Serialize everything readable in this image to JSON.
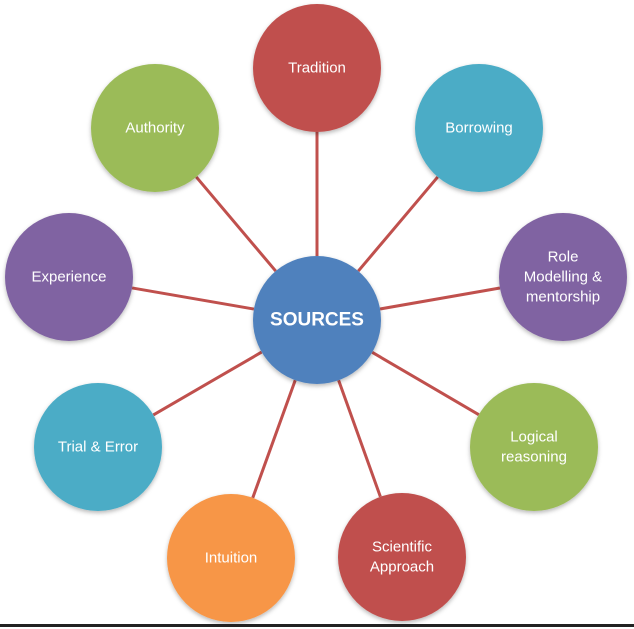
{
  "center": {
    "label": "SOURCES",
    "color": "#4f81bd"
  },
  "connector_color": "#c0504d",
  "nodes": [
    {
      "key": "tradition",
      "label_lines": [
        "Tradition"
      ],
      "color": "#c0504d"
    },
    {
      "key": "borrowing",
      "label_lines": [
        "Borrowing"
      ],
      "color": "#4bacc6"
    },
    {
      "key": "role-modelling",
      "label_lines": [
        "Role",
        "Modelling &",
        "mentorship"
      ],
      "color": "#8064a2"
    },
    {
      "key": "logical-reasoning",
      "label_lines": [
        "Logical",
        "reasoning"
      ],
      "color": "#9bbb59"
    },
    {
      "key": "scientific-approach",
      "label_lines": [
        "Scientific",
        "Approach"
      ],
      "color": "#c0504d"
    },
    {
      "key": "intuition",
      "label_lines": [
        "Intuition"
      ],
      "color": "#f79646"
    },
    {
      "key": "trial-error",
      "label_lines": [
        "Trial & Error"
      ],
      "color": "#4bacc6"
    },
    {
      "key": "experience",
      "label_lines": [
        "Experience"
      ],
      "color": "#8064a2"
    },
    {
      "key": "authority",
      "label_lines": [
        "Authority"
      ],
      "color": "#9bbb59"
    }
  ]
}
